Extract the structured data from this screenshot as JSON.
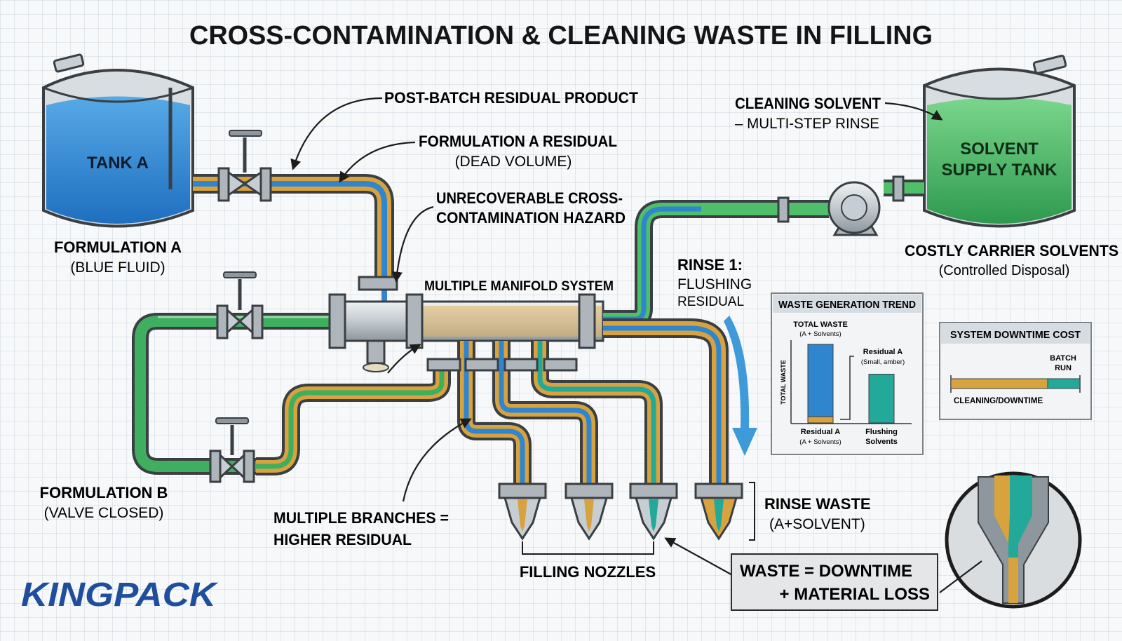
{
  "title": "CROSS-CONTAMINATION & CLEANING WASTE IN FILLING",
  "tank_a": {
    "label": "TANK A",
    "caption_line1": "FORMULATION A",
    "caption_line2": "(BLUE FLUID)"
  },
  "solvent_tank": {
    "label_line1": "SOLVENT",
    "label_line2": "SUPPLY TANK",
    "caption_line1": "COSTLY CARRIER SOLVENTS",
    "caption_line2": "(Controlled Disposal)"
  },
  "formulation_b": {
    "line1": "FORMULATION B",
    "line2": "(VALVE CLOSED)"
  },
  "callouts": {
    "post_batch": "POST-BATCH RESIDUAL PRODUCT",
    "formulation_a_residual_line1": "FORMULATION A RESIDUAL",
    "formulation_a_residual_line2": "(DEAD VOLUME)",
    "hazard_line1": "UNRECOVERABLE CROSS-",
    "hazard_line2": "CONTAMINATION HAZARD",
    "cleaning_solvent_line1": "CLEANING SOLVENT",
    "cleaning_solvent_line2": "– MULTI-STEP RINSE",
    "manifold": "MULTIPLE MANIFOLD SYSTEM",
    "rinse1_line1": "RINSE 1:",
    "rinse1_line2": "FLUSHING",
    "rinse1_line3": "RESIDUAL",
    "branches_line1": "MULTIPLE BRANCHES =",
    "branches_line2": "HIGHER RESIDUAL",
    "nozzles": "FILLING NOZZLES",
    "rinse_waste_line1": "RINSE WASTE",
    "rinse_waste_line2": "(A+SOLVENT)",
    "waste_box_line1": "WASTE = DOWNTIME",
    "waste_box_line2": "+ MATERIAL LOSS"
  },
  "waste_trend": {
    "title": "WASTE GENERATION TREND",
    "total_label_line1": "TOTAL WASTE",
    "total_label_line2": "(A + Solvents)",
    "y_axis_label": "TOTAL WASTE",
    "residual_note_line1": "Residual A",
    "residual_note_line2": "(Small, amber)",
    "bar1_label_line1": "Residual A",
    "bar1_label_line2": "(A + Solvents)",
    "bar2_label_line1": "Flushing",
    "bar2_label_line2": "Solvents"
  },
  "chart_data": {
    "type": "bar",
    "categories": [
      "Residual A (A + Solvents)",
      "Flushing Solvents"
    ],
    "series": [
      {
        "name": "TOTAL WASTE",
        "values": [
          0.92,
          0
        ]
      },
      {
        "name": "Residual A",
        "values": [
          0.08,
          0
        ]
      },
      {
        "name": "Flushing Solvents",
        "values": [
          0,
          0.62
        ]
      }
    ],
    "title": "WASTE GENERATION TREND",
    "xlabel": "",
    "ylabel": "TOTAL WASTE",
    "ylim": [
      0,
      1
    ]
  },
  "downtime": {
    "title": "SYSTEM DOWNTIME COST",
    "batch_label_line1": "BATCH",
    "batch_label_line2": "RUN",
    "cleaning_label": "CLEANING/DOWNTIME",
    "cleaning_fraction": 0.75
  },
  "logo": "KINGPACK",
  "colors": {
    "formulation_a_blue": "#2f86cf",
    "residual_amber": "#d8a23e",
    "formulation_b_green": "#3fae5f",
    "solvent_green": "#4fbf6a",
    "solvent_teal": "#22a99a",
    "steel": "#b9c1c8",
    "logo_blue": "#1f4e9c"
  }
}
